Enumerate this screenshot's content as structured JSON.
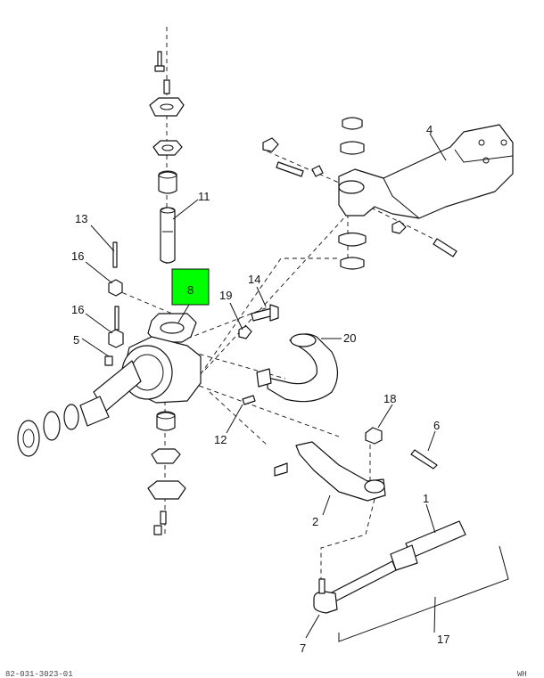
{
  "callouts": [
    {
      "id": "c1",
      "text": "1"
    },
    {
      "id": "c2",
      "text": "2"
    },
    {
      "id": "c4",
      "text": "4"
    },
    {
      "id": "c5",
      "text": "5"
    },
    {
      "id": "c6",
      "text": "6"
    },
    {
      "id": "c7",
      "text": "7"
    },
    {
      "id": "c8",
      "text": "8"
    },
    {
      "id": "c11",
      "text": "11"
    },
    {
      "id": "c12",
      "text": "12"
    },
    {
      "id": "c13",
      "text": "13"
    },
    {
      "id": "c14",
      "text": "14"
    },
    {
      "id": "c16a",
      "text": "16"
    },
    {
      "id": "c16b",
      "text": "16"
    },
    {
      "id": "c17",
      "text": "17"
    },
    {
      "id": "c18",
      "text": "18"
    },
    {
      "id": "c19",
      "text": "19"
    },
    {
      "id": "c20",
      "text": "20"
    }
  ],
  "highlight": {
    "part": "8",
    "color": "#00ff00"
  },
  "footer": {
    "left": "82-031-3023-01",
    "right": "WH"
  }
}
